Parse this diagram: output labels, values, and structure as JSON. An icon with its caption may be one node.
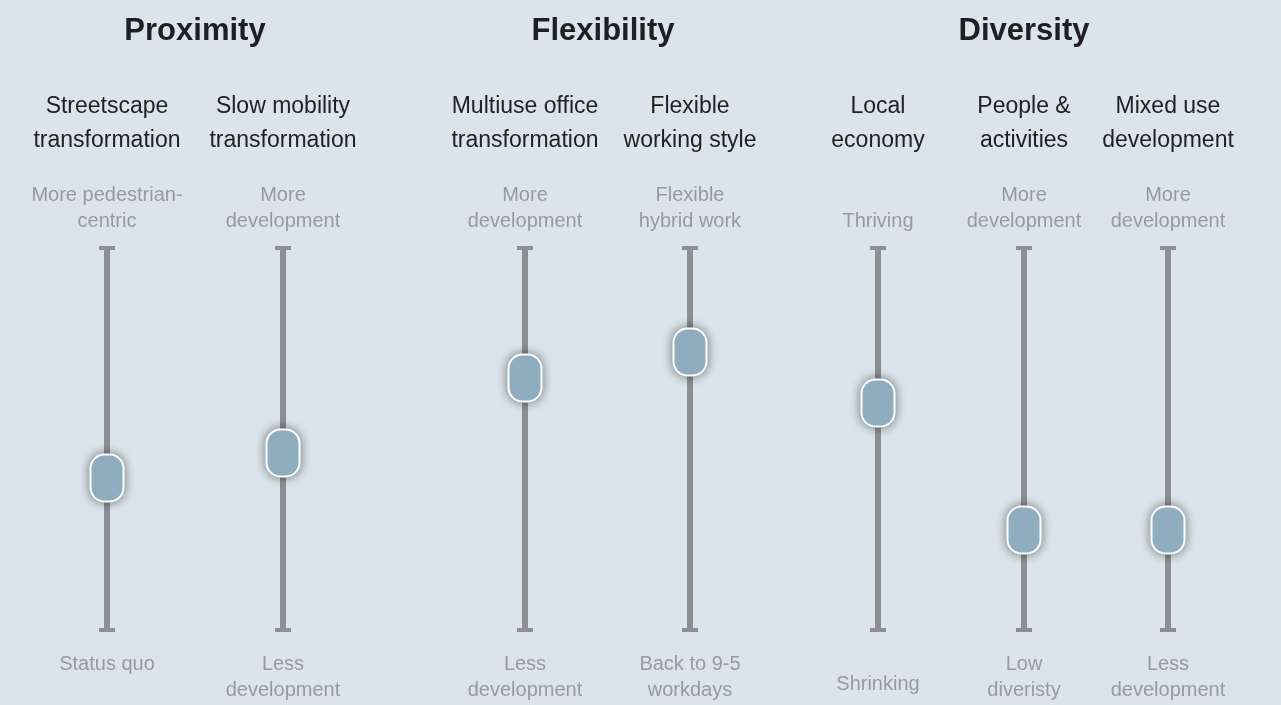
{
  "diagram": {
    "labels": [
      "Proximity",
      "Flexibility",
      "Diversity",
      "Streetscape transformation",
      "Slow mobility transformation",
      "Multiuse office transformation",
      "Flexible working style",
      "Local economy",
      "People & activities",
      "Mixed use development",
      "More pedestrian-centric",
      "More development",
      "More development",
      "Flexible hybrid work",
      "Thriving",
      "More development",
      "More development",
      "Status quo",
      "Less development",
      "Less development",
      "Back to 9-5 workdays",
      "Shrinking",
      "Low diveristy",
      "Less development"
    ]
  }
}
